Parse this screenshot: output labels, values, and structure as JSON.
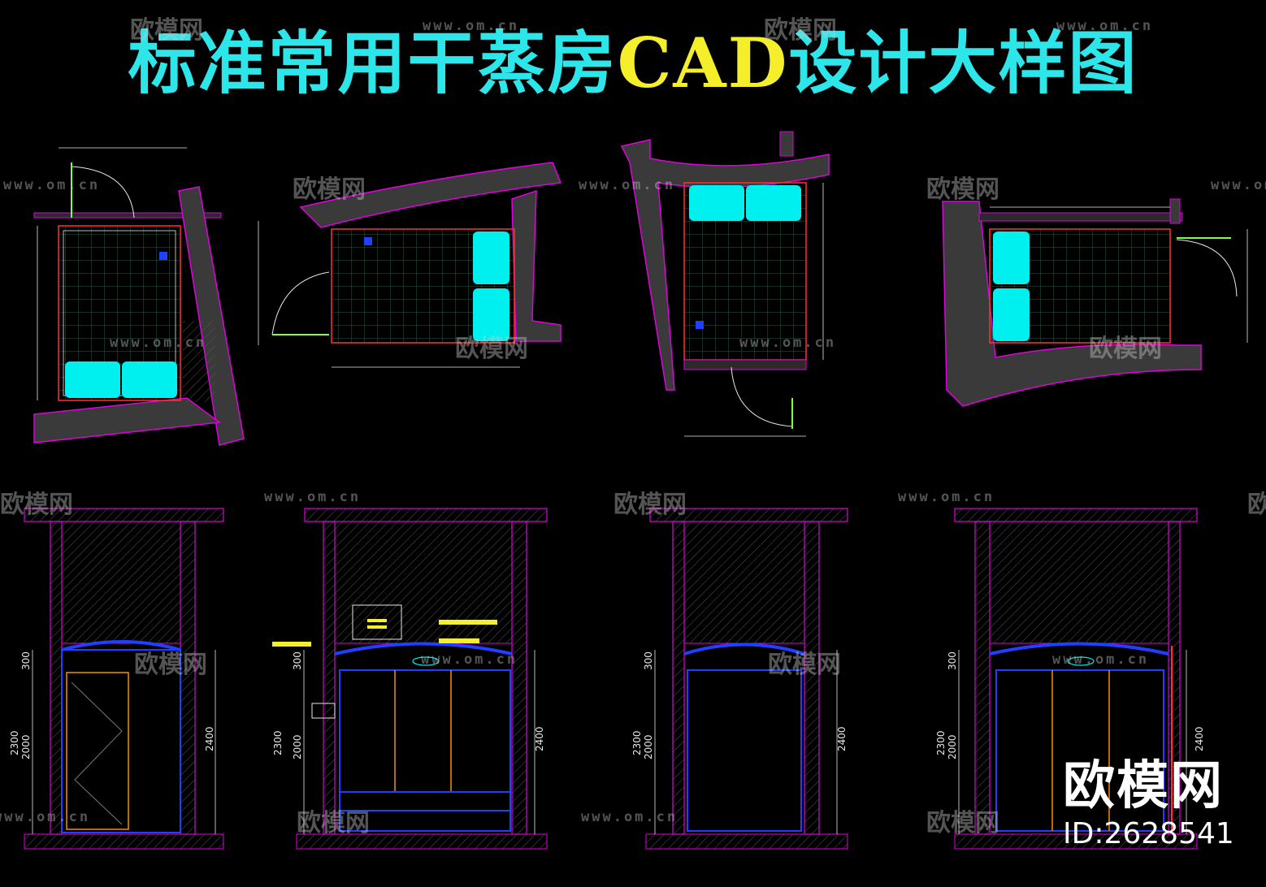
{
  "title": {
    "part1": "标准常用干蒸房",
    "part2": "CAD",
    "part3": "设计大样图"
  },
  "watermark": {
    "site": "www.om.cn",
    "logo": "欧模网"
  },
  "brand": {
    "name": "欧模网",
    "id": "ID:2628541"
  },
  "elevation_labels": {
    "top_band": "300",
    "height_a": "2300",
    "height_b": "2000",
    "total": "2400"
  },
  "colors": {
    "wall_outline": "#e000e0",
    "wall_fill": "#3a3a3a",
    "floor_line": "#ff3030",
    "tile_grid": "#2a5a4a",
    "bench": "#00f0f0",
    "dim_line": "#e8e8e8",
    "door": "#80ff40",
    "blue_line": "#2040ff",
    "title_cyan": "#2de6ea",
    "title_yellow": "#f5ee2a"
  }
}
